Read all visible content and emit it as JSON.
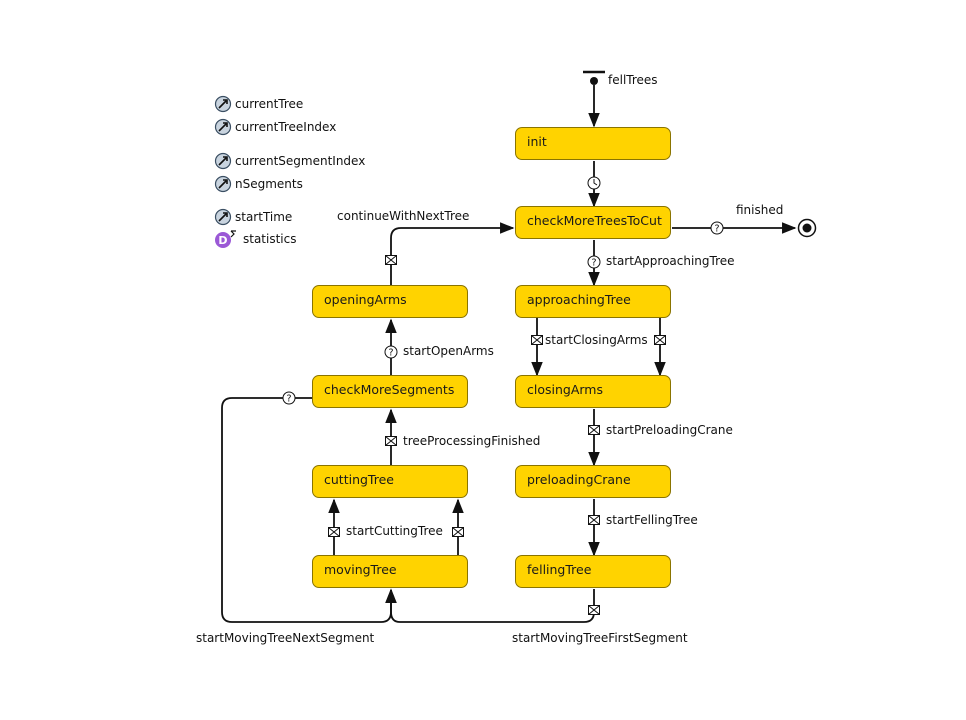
{
  "variables": [
    {
      "name": "currentTree",
      "icon": "variable-icon"
    },
    {
      "name": "currentTreeIndex",
      "icon": "variable-icon"
    },
    {
      "name": "currentSegmentIndex",
      "icon": "variable-icon"
    },
    {
      "name": "nSegments",
      "icon": "variable-icon"
    },
    {
      "name": "startTime",
      "icon": "variable-icon"
    }
  ],
  "dataset": {
    "name": "statistics",
    "icon_letter": "D",
    "icon": "statistics-dataset-icon"
  },
  "states": {
    "init": "init",
    "checkMoreTreesToCut": "checkMoreTreesToCut",
    "approachingTree": "approachingTree",
    "closingArms": "closingArms",
    "preloadingCrane": "preloadingCrane",
    "fellingTree": "fellingTree",
    "openingArms": "openingArms",
    "checkMoreSegments": "checkMoreSegments",
    "cuttingTree": "cuttingTree",
    "movingTree": "movingTree"
  },
  "transitions": {
    "fellTrees": "fellTrees",
    "finished": "finished",
    "continueWithNextTree": "continueWithNextTree",
    "startApproachingTree": "startApproachingTree",
    "startClosingArms": "startClosingArms",
    "startPreloadingCrane": "startPreloadingCrane",
    "startFellingTree": "startFellingTree",
    "startOpenArms": "startOpenArms",
    "treeProcessingFinished": "treeProcessingFinished",
    "startCuttingTree": "startCuttingTree",
    "startMovingTreeNextSegment": "startMovingTreeNextSegment",
    "startMovingTreeFirstSegment": "startMovingTreeFirstSegment"
  },
  "colors": {
    "state_fill": "#FFD300",
    "state_border": "#8a7400",
    "dataset_icon": "#9B59D6",
    "variable_icon": "#6E8BA8"
  }
}
